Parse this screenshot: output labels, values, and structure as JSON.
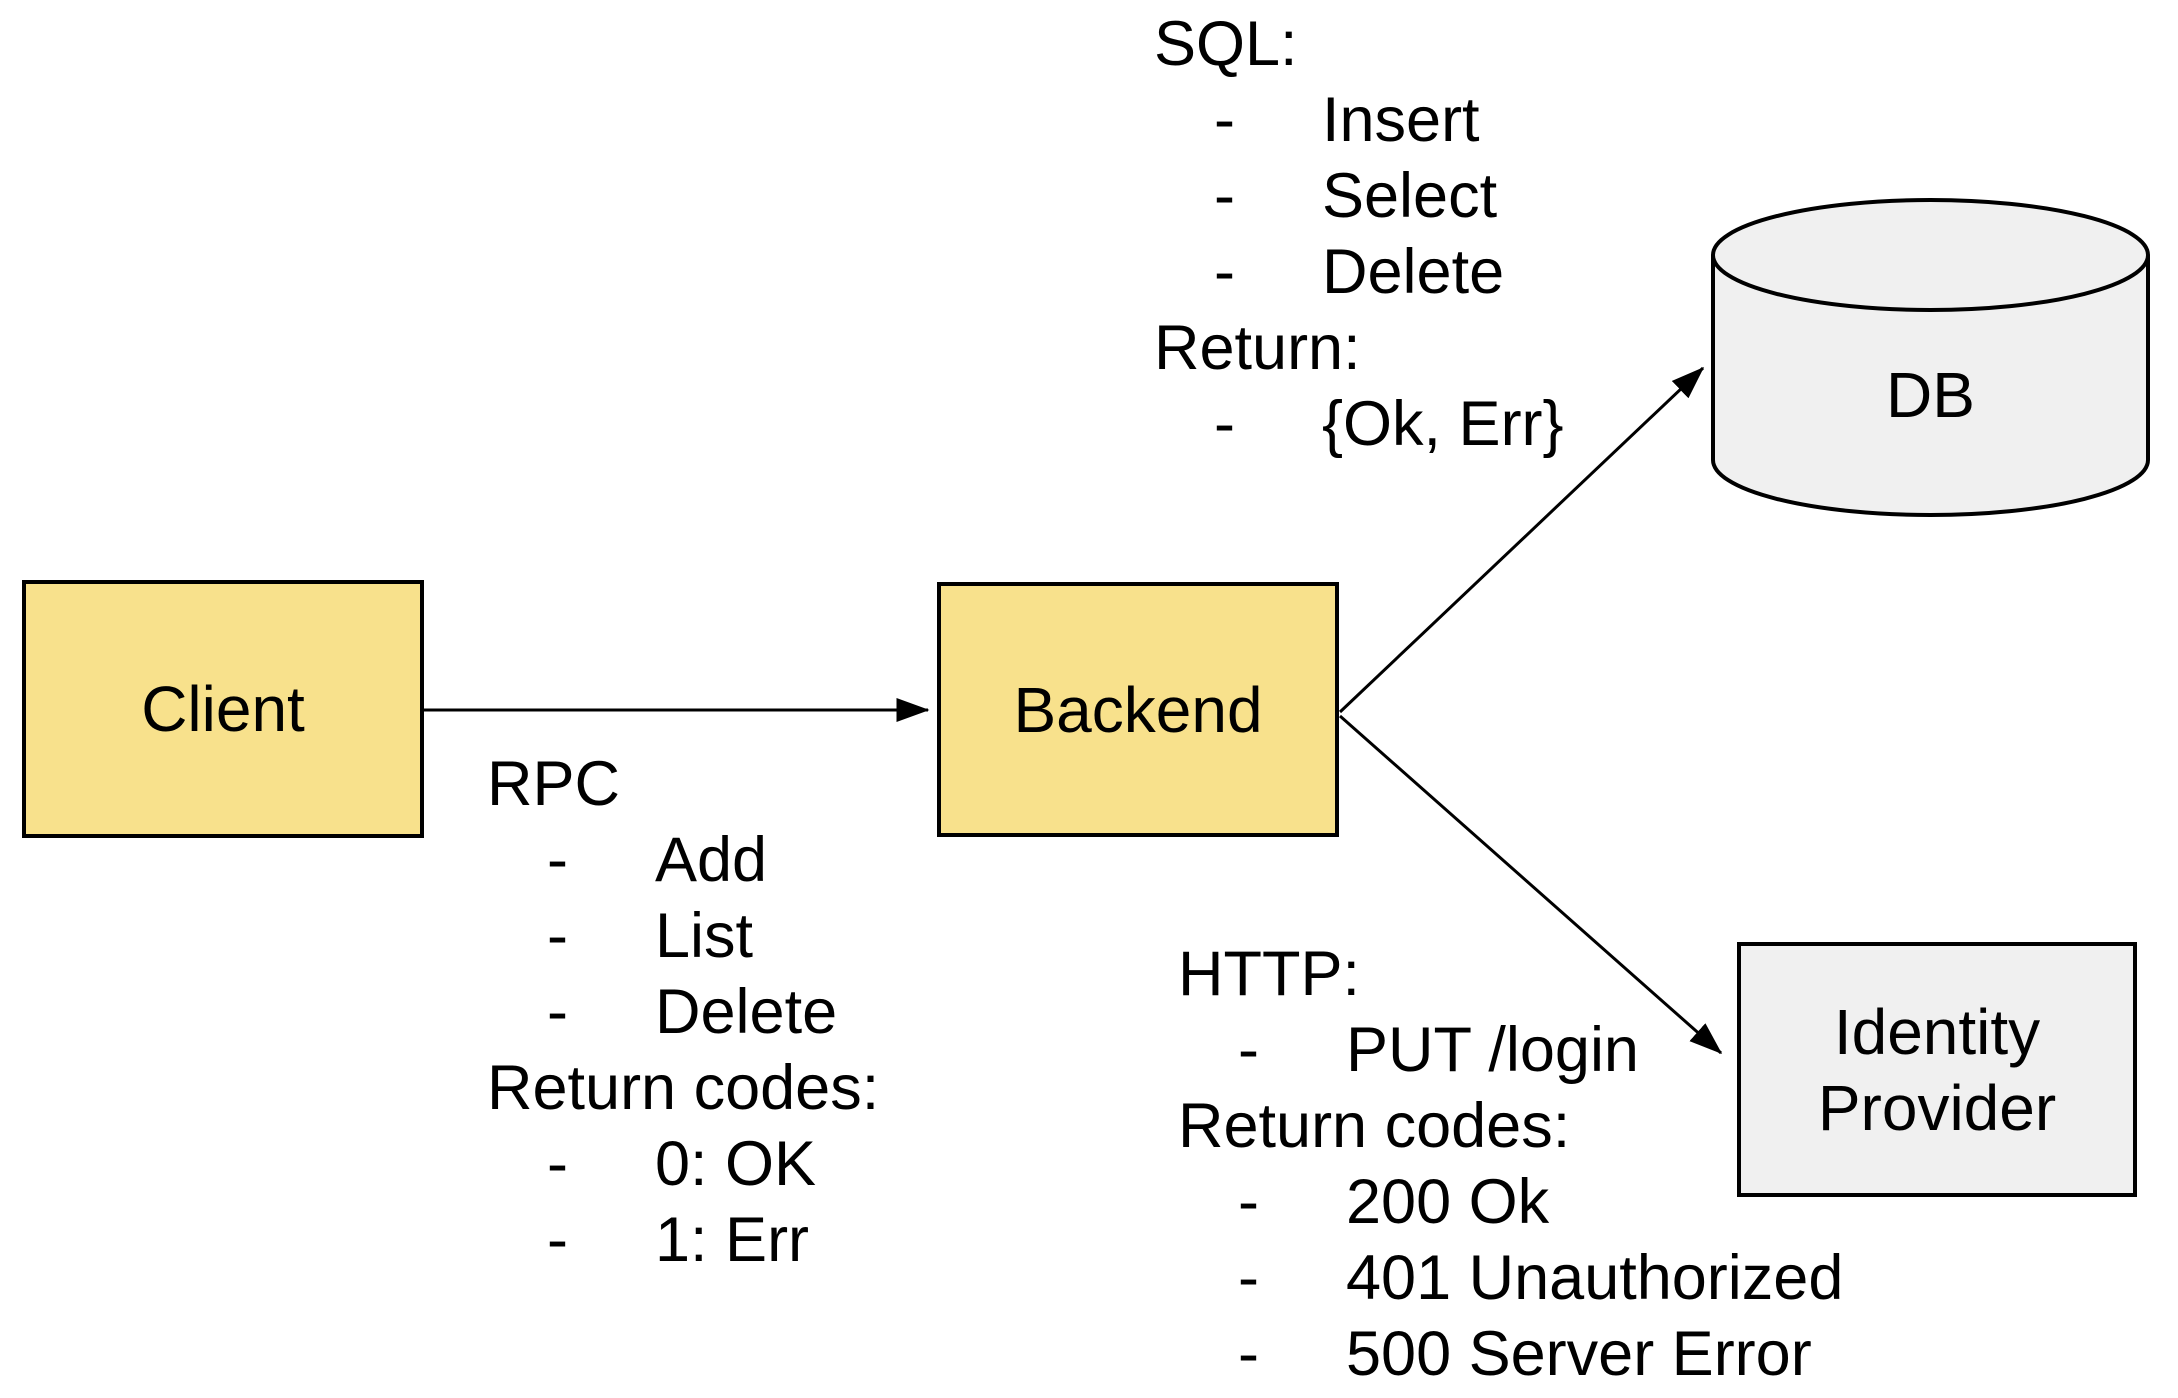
{
  "diagram": {
    "nodes": {
      "client": {
        "label": "Client"
      },
      "backend": {
        "label": "Backend"
      },
      "db": {
        "label": "DB"
      },
      "identity_provider": {
        "label": "Identity Provider"
      }
    },
    "bullet": "-",
    "annotations": {
      "rpc": {
        "title": "RPC",
        "items": [
          "Add",
          "List",
          "Delete"
        ],
        "return_title": "Return codes:",
        "return_items": [
          "0: OK",
          "1: Err"
        ]
      },
      "sql": {
        "title": "SQL:",
        "items": [
          "Insert",
          "Select",
          "Delete"
        ],
        "return_title": "Return:",
        "return_items": [
          "{Ok, Err}"
        ]
      },
      "http": {
        "title": "HTTP:",
        "items": [
          "PUT /login"
        ],
        "return_title": "Return codes:",
        "return_items": [
          "200 Ok",
          "401 Unauthorized",
          "500 Server Error"
        ]
      }
    },
    "colors": {
      "service-fill": "#F8E18C",
      "external-fill": "#F0F0F0",
      "stroke": "#000000",
      "background": "#FFFFFF"
    }
  }
}
